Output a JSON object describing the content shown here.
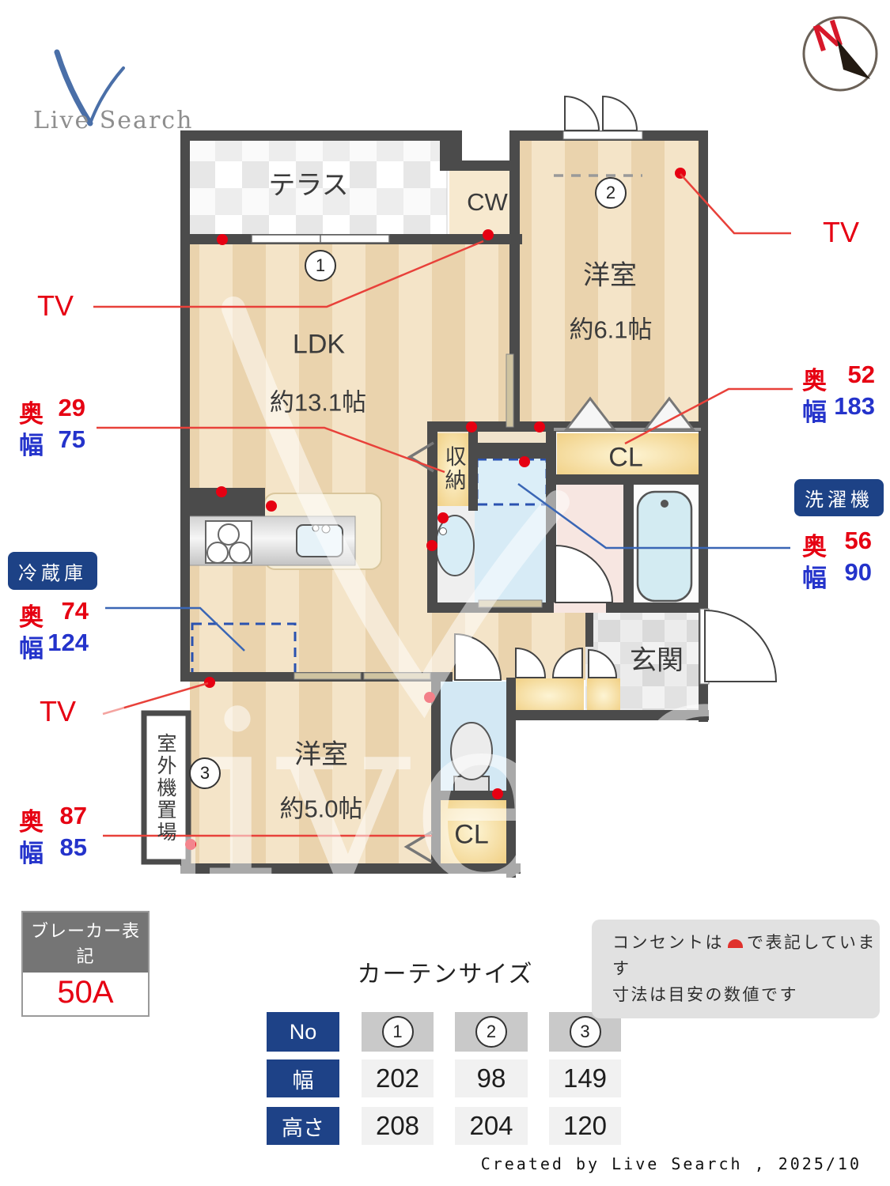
{
  "brand": {
    "name": "Live Search",
    "watermark": "Live Se"
  },
  "compass": {
    "north": "N"
  },
  "plan": {
    "terrace": "テラス",
    "cw": "CW",
    "bedroom1": {
      "name": "洋室",
      "size": "約6.1帖"
    },
    "ldk": {
      "name": "LDK",
      "size": "約13.1帖"
    },
    "storage": "収納",
    "closet_upper": "CL",
    "closet_lower": "CL",
    "entrance": "玄関",
    "bedroom2": {
      "name": "洋室",
      "size": "約5.0帖"
    },
    "outdoor_unit": "室外機置場",
    "markers": {
      "tv": "TV",
      "num1": "1",
      "num2": "2",
      "num3": "3"
    }
  },
  "dimensions": {
    "depth_label": "奥",
    "width_label": "幅",
    "ldk_counter": {
      "depth": "29",
      "width": "75"
    },
    "closet_upper": {
      "depth": "52",
      "width": "183"
    },
    "washer": {
      "title": "洗濯機",
      "depth": "56",
      "width": "90"
    },
    "fridge": {
      "title": "冷蔵庫",
      "depth": "74",
      "width": "124"
    },
    "bedroom2_closet": {
      "depth": "87",
      "width": "85"
    }
  },
  "breaker": {
    "title": "ブレーカー表記",
    "value": "50A"
  },
  "curtain": {
    "title": "カーテンサイズ",
    "row_headers": {
      "no": "No",
      "width": "幅",
      "height": "高さ"
    },
    "cols": [
      {
        "no": "1",
        "width": "202",
        "height": "208"
      },
      {
        "no": "2",
        "width": "98",
        "height": "204"
      },
      {
        "no": "3",
        "width": "149",
        "height": "120"
      }
    ]
  },
  "notes": {
    "line1_before": "コンセントは",
    "line1_after": "で表記しています",
    "line2": "寸法は目安の数値です"
  },
  "footer": {
    "credit": "Created by Live Search , 2025/10"
  }
}
